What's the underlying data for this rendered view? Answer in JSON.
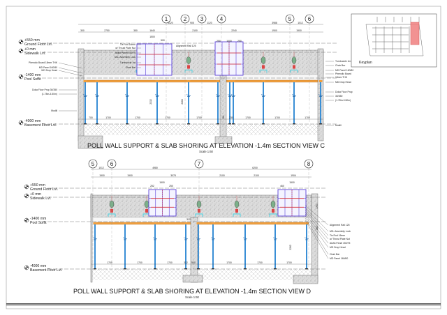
{
  "sheet": {
    "keyplan_label": "Keyplan",
    "colors": {
      "concrete": "#d9d9d9",
      "prop": "#3a8fd6",
      "beam": "#f0a040",
      "panel": "#5a3fd8",
      "highlight": "#f08080",
      "drop_head": "#40d0e0"
    }
  },
  "view_c": {
    "title": "POLL WALL SUPPORT & SLAB SHORING AT ELEVATION -1.4m SECTION VIEW C",
    "scale": "Scale 1:60",
    "grid_labels": [
      "1",
      "2",
      "3",
      "4",
      "5",
      "6"
    ],
    "dims_top": [
      "1120",
      "905",
      "1120",
      "3988",
      "1012"
    ],
    "dims_second": [
      "300",
      "2750",
      "350",
      "1640",
      "2100",
      "2240",
      "1900",
      "1900"
    ],
    "dims_panel": [
      "1500",
      "500",
      "250",
      "1000",
      "250"
    ],
    "dims_bottom": [
      "700",
      "1700",
      "1700",
      "1700",
      "1700",
      "1700",
      "1700",
      "1700"
    ],
    "dims_misc": [
      "2332",
      "2466",
      "161",
      "230"
    ],
    "levels": [
      {
        "value": "+550 mm",
        "name": "Ground Floor Lvl."
      },
      {
        "value": "+0 mm",
        "name": "Sidewalk Lvl."
      },
      {
        "value": "-1400 mm",
        "name": "Pool Soffit"
      },
      {
        "value": "-4000 mm",
        "name": "Basement Floor Lvl."
      }
    ],
    "left_labels": [
      "Phenolic Board 18mm THK",
      "MD Panel 160/80",
      "MD Drop Head",
      "Doka Floor Prop 30/350",
      "(1.78m-3.50m)",
      "Modill"
    ],
    "inner_labels": [
      "Tie Rod 16mm",
      "w/ Thrust Plate Nut",
      "Aluflo Panel 150/75",
      "MD- Assembly Lock",
      "Turnbuckle 1m",
      "Chair Bar",
      "Alignment Rail 125"
    ],
    "right_labels": [
      "Turnbuckle 1m",
      "Chair Bar",
      "MD Panel 160/80",
      "Phenolic Board",
      "18mm THK",
      "MD Drop Head",
      "Doka Floor Prop",
      "30/350",
      "(1.78m-3.50m)",
      "Multill"
    ]
  },
  "view_d": {
    "title": "POLL WALL SUPPORT & SLAB SHORING AT ELEVATION -1.4m SECTION VIEW D",
    "scale": "Scale 1:60",
    "grid_labels": [
      "5",
      "6",
      "7",
      "8"
    ],
    "dims_top": [
      "1012",
      "4980",
      "6200"
    ],
    "dims_second": [
      "1900",
      "1900",
      "3078",
      "2100",
      "2100",
      "1904"
    ],
    "dims_panel": [
      "1500",
      "252",
      "250",
      "1500",
      "460"
    ],
    "dims_bottom": [
      "1700",
      "1700",
      "1700",
      "312",
      "900",
      "1700",
      "1700",
      "1700"
    ],
    "dims_misc": [
      "1750",
      "450",
      "2262",
      "312"
    ],
    "levels": [
      {
        "value": "+550 mm",
        "name": "Ground Floor Lvl."
      },
      {
        "value": "+0 mm",
        "name": "Sidewalk Lvl."
      },
      {
        "value": "-1400 mm",
        "name": "Pool Soffit"
      },
      {
        "value": "-4000 mm",
        "name": "Basement Floor Lvl."
      }
    ],
    "right_labels": [
      "Alignment Rail 125",
      "MD- Assembly Lock",
      "Tie Rod 16mm",
      "w/ Thrust Plate Nut",
      "Aluflo Panel 150/75",
      "MD Drop Head",
      "Chair Bar",
      "MD Panel 160/80"
    ]
  }
}
